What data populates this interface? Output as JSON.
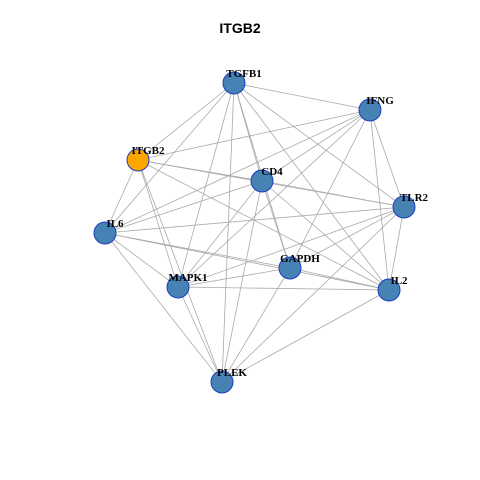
{
  "title": "ITGB2",
  "colors": {
    "node_fill": "#4682b4",
    "focus_fill": "#ffa500",
    "node_stroke": "#1a3fbf",
    "edge": "#aaaaaa"
  },
  "nodes": [
    {
      "id": "TGFB1",
      "label": "TGFB1",
      "focus": false
    },
    {
      "id": "IFNG",
      "label": "IFNG",
      "focus": false
    },
    {
      "id": "ITGB2",
      "label": "ITGB2",
      "focus": true
    },
    {
      "id": "CD4",
      "label": "CD4",
      "focus": false
    },
    {
      "id": "TLR2",
      "label": "TLR2",
      "focus": false
    },
    {
      "id": "IL6",
      "label": "IL6",
      "focus": false
    },
    {
      "id": "GAPDH",
      "label": "GAPDH",
      "focus": false
    },
    {
      "id": "MAPK1",
      "label": "MAPK1",
      "focus": false
    },
    {
      "id": "IL2",
      "label": "IL2",
      "focus": false
    },
    {
      "id": "PLEK",
      "label": "PLEK",
      "focus": false
    }
  ],
  "edges": [
    [
      "TGFB1",
      "IFNG"
    ],
    [
      "TGFB1",
      "ITGB2"
    ],
    [
      "TGFB1",
      "CD4"
    ],
    [
      "TGFB1",
      "TLR2"
    ],
    [
      "TGFB1",
      "IL6"
    ],
    [
      "TGFB1",
      "GAPDH"
    ],
    [
      "TGFB1",
      "MAPK1"
    ],
    [
      "TGFB1",
      "IL2"
    ],
    [
      "TGFB1",
      "PLEK"
    ],
    [
      "IFNG",
      "ITGB2"
    ],
    [
      "IFNG",
      "CD4"
    ],
    [
      "IFNG",
      "TLR2"
    ],
    [
      "IFNG",
      "IL6"
    ],
    [
      "IFNG",
      "GAPDH"
    ],
    [
      "IFNG",
      "MAPK1"
    ],
    [
      "IFNG",
      "IL2"
    ],
    [
      "ITGB2",
      "CD4"
    ],
    [
      "ITGB2",
      "TLR2"
    ],
    [
      "ITGB2",
      "IL6"
    ],
    [
      "ITGB2",
      "MAPK1"
    ],
    [
      "ITGB2",
      "IL2"
    ],
    [
      "ITGB2",
      "PLEK"
    ],
    [
      "CD4",
      "TLR2"
    ],
    [
      "CD4",
      "IL6"
    ],
    [
      "CD4",
      "GAPDH"
    ],
    [
      "CD4",
      "MAPK1"
    ],
    [
      "CD4",
      "IL2"
    ],
    [
      "CD4",
      "PLEK"
    ],
    [
      "TLR2",
      "IL6"
    ],
    [
      "TLR2",
      "GAPDH"
    ],
    [
      "TLR2",
      "MAPK1"
    ],
    [
      "TLR2",
      "IL2"
    ],
    [
      "TLR2",
      "PLEK"
    ],
    [
      "IL6",
      "GAPDH"
    ],
    [
      "IL6",
      "MAPK1"
    ],
    [
      "IL6",
      "IL2"
    ],
    [
      "IL6",
      "PLEK"
    ],
    [
      "GAPDH",
      "MAPK1"
    ],
    [
      "GAPDH",
      "IL2"
    ],
    [
      "GAPDH",
      "PLEK"
    ],
    [
      "MAPK1",
      "IL2"
    ],
    [
      "MAPK1",
      "PLEK"
    ],
    [
      "IL2",
      "PLEK"
    ]
  ]
}
